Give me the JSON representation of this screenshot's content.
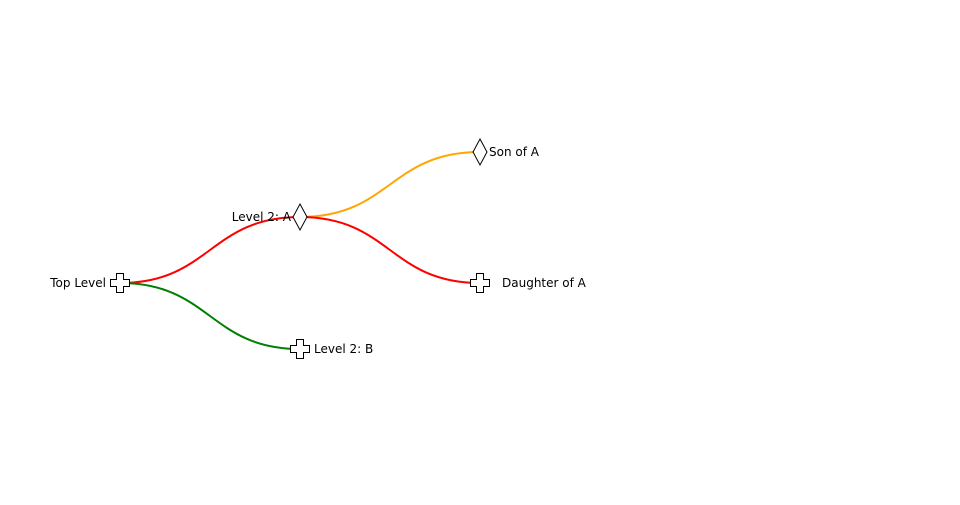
{
  "tree": {
    "root": {
      "label": "Top Level",
      "symbol": "cross-icon",
      "children": [
        {
          "label": "Level 2: A",
          "symbol": "diamond-icon",
          "link_color": "#ff0000",
          "children": [
            {
              "label": "Son of A",
              "symbol": "diamond-icon",
              "link_color": "#ffa500"
            },
            {
              "label": "Daughter of A",
              "symbol": "cross-icon",
              "link_color": "#ff0000"
            }
          ]
        },
        {
          "label": "Level 2: B",
          "symbol": "cross-icon",
          "link_color": "#008000"
        }
      ]
    }
  }
}
